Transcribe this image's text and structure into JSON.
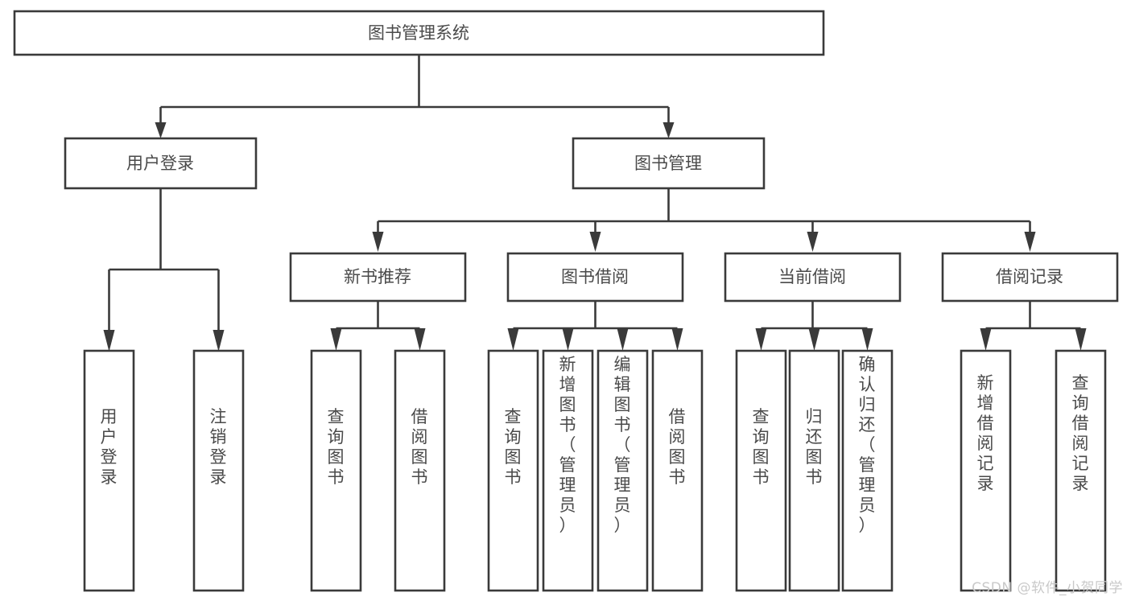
{
  "diagram": {
    "title": "图书管理系统",
    "type": "hierarchy-tree",
    "root": {
      "id": "root",
      "label": "图书管理系统"
    },
    "level2": [
      {
        "id": "user-login",
        "label": "用户登录"
      },
      {
        "id": "book-management",
        "label": "图书管理"
      }
    ],
    "level3": [
      {
        "id": "new-book-recommend",
        "label": "新书推荐",
        "parent": "book-management"
      },
      {
        "id": "book-borrow",
        "label": "图书借阅",
        "parent": "book-management"
      },
      {
        "id": "current-borrow",
        "label": "当前借阅",
        "parent": "book-management"
      },
      {
        "id": "borrow-record",
        "label": "借阅记录",
        "parent": "book-management"
      }
    ],
    "leaves": [
      {
        "id": "leaf-user-login",
        "label": "用户登录",
        "parent": "user-login"
      },
      {
        "id": "leaf-user-logout",
        "label": "注销登录",
        "parent": "user-login"
      },
      {
        "id": "leaf-query-book-1",
        "label": "查询图书",
        "parent": "new-book-recommend"
      },
      {
        "id": "leaf-borrow-book-1",
        "label": "借阅图书",
        "parent": "new-book-recommend"
      },
      {
        "id": "leaf-query-book-2",
        "label": "查询图书",
        "parent": "book-borrow"
      },
      {
        "id": "leaf-add-book",
        "label": "新增图书（管理员）",
        "parent": "book-borrow"
      },
      {
        "id": "leaf-edit-book",
        "label": "编辑图书（管理员）",
        "parent": "book-borrow"
      },
      {
        "id": "leaf-borrow-book-2",
        "label": "借阅图书",
        "parent": "book-borrow"
      },
      {
        "id": "leaf-query-book-3",
        "label": "查询图书",
        "parent": "current-borrow"
      },
      {
        "id": "leaf-return-book",
        "label": "归还图书",
        "parent": "current-borrow"
      },
      {
        "id": "leaf-confirm-return",
        "label": "确认归还（管理员）",
        "parent": "current-borrow"
      },
      {
        "id": "leaf-add-record",
        "label": "新增借阅记录",
        "parent": "borrow-record"
      },
      {
        "id": "leaf-query-record",
        "label": "查询借阅记录",
        "parent": "borrow-record"
      }
    ]
  },
  "watermark": {
    "text": "CSDN @软件_小贺同学"
  },
  "colors": {
    "stroke": "#3a3a3a",
    "text": "#4a4a4a",
    "background": "#ffffff",
    "watermark": "#c9c9c9"
  }
}
